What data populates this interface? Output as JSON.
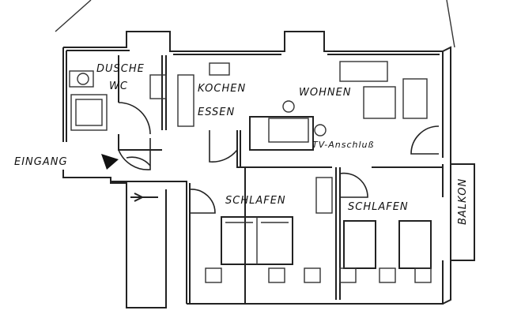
{
  "rooms": {
    "bathroom": [
      "DUSCHE",
      "WC"
    ],
    "kitchen": [
      "KOCHEN",
      "ESSEN"
    ],
    "living": "WOHNEN",
    "tv": "TV-Anschluß",
    "entrance": "EINGANG",
    "bedroom1": "SCHLAFEN",
    "bedroom2": "SCHLAFEN",
    "balcony": "BALKON"
  }
}
